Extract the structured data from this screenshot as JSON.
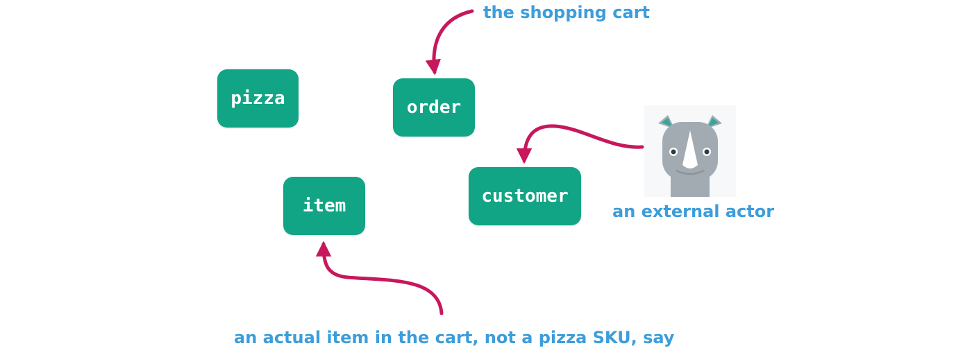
{
  "entities": {
    "pizza": "pizza",
    "order": "order",
    "item": "item",
    "customer": "customer"
  },
  "annotations": {
    "order": "the shopping cart",
    "customer": "an external actor",
    "item": "an actual item in the cart, not a pizza SKU, say"
  },
  "colors": {
    "entity_fill": "#11a585",
    "entity_text": "#ffffff",
    "annotation_text": "#3d9ddb",
    "arrow": "#c8175d",
    "rhino": "#a2abb1"
  },
  "icons": {
    "actor": "rhino-icon"
  }
}
